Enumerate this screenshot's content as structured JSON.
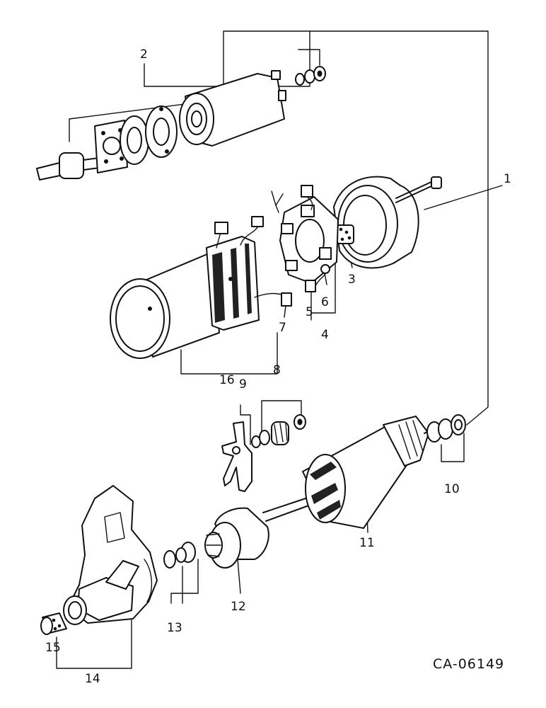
{
  "diagram": {
    "code": "CA-06149",
    "callouts": {
      "c1": "1",
      "c2": "2",
      "c3": "3",
      "c4": "4",
      "c5": "5",
      "c6": "6",
      "c7": "7",
      "c8": "8",
      "c9": "9",
      "c10": "10",
      "c11": "11",
      "c12": "12",
      "c13": "13",
      "c14": "14",
      "c15": "15",
      "c16": "16"
    }
  }
}
